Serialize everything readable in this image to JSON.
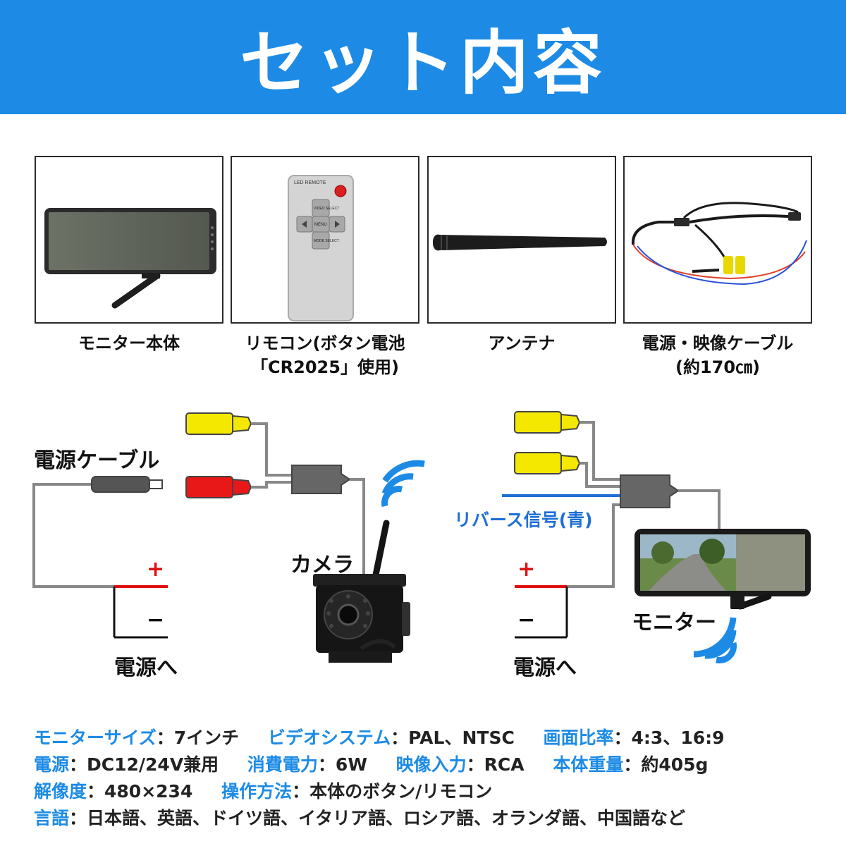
{
  "banner": {
    "title": "セット内容"
  },
  "items": [
    {
      "caption_line1": "モニター本体",
      "caption_line2": ""
    },
    {
      "caption_line1": "リモコン(ボタン電池",
      "caption_line2": "「CR2025」使用)",
      "remote_brand": "LED REMOTE",
      "btn_up": "VIDEO SELECT",
      "btn_center": "MENU",
      "btn_down": "MODE SELECT"
    },
    {
      "caption_line1": "アンテナ",
      "caption_line2": ""
    },
    {
      "caption_line1": "電源・映像ケーブル",
      "caption_line2": "(約170㎝)"
    }
  ],
  "diagram": {
    "left": {
      "power_cable_label": "電源ケーブル",
      "camera_label": "カメラ",
      "plus": "+",
      "minus": "−",
      "to_power": "電源へ"
    },
    "right": {
      "reverse_label": "リバース信号(青)",
      "monitor_label": "モニター",
      "plus": "+",
      "minus": "−",
      "to_power": "電源へ"
    }
  },
  "colors": {
    "accent": "#1d8be6",
    "rca_yellow": "#f5e800",
    "rca_red": "#e81818",
    "plus_red": "#e01010",
    "signal_blue": "#1d6fd6"
  },
  "specs": [
    [
      {
        "key": "モニターサイズ",
        "value": "：7インチ"
      },
      {
        "key": "ビデオシステム",
        "value": "：PAL、NTSC"
      },
      {
        "key": "画面比率",
        "value": "：4:3、16:9"
      }
    ],
    [
      {
        "key": "電源",
        "value": "：DC12/24V兼用"
      },
      {
        "key": "消費電力",
        "value": "：6W"
      },
      {
        "key": "映像入力",
        "value": "：RCA"
      },
      {
        "key": "本体重量",
        "value": "：約405g"
      }
    ],
    [
      {
        "key": "解像度",
        "value": "：480×234"
      },
      {
        "key": "操作方法",
        "value": "：本体のボタン/リモコン"
      }
    ],
    [
      {
        "key": "言語",
        "value": "：日本語、英語、ドイツ語、イタリア語、ロシア語、オランダ語、中国語など"
      }
    ]
  ]
}
